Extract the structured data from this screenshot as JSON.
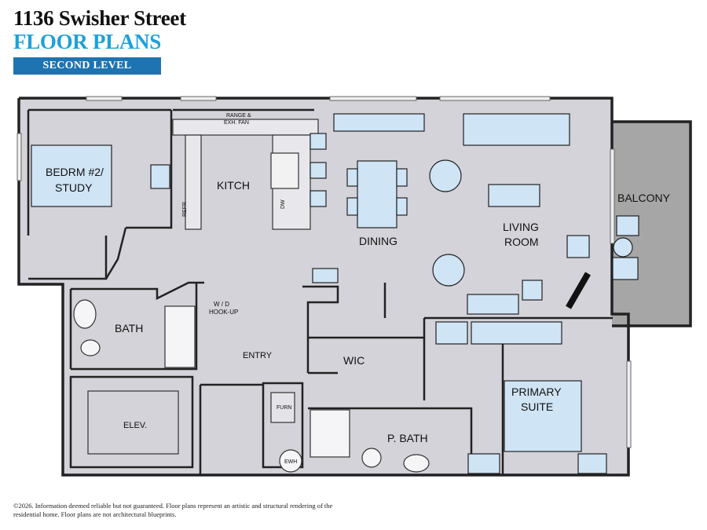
{
  "header": {
    "address": "1136 Swisher Street",
    "subtitle": "FLOOR PLANS",
    "level": "SECOND LEVEL"
  },
  "colors": {
    "accent": "#1fa0d8",
    "badge": "#1e74b0",
    "floor": "#d3d3d9",
    "balcony": "#a6a6a6",
    "furniture": "#cfe4f5",
    "wall": "#222222"
  },
  "rooms": {
    "bedroom2_line1": "BEDRM #2/",
    "bedroom2_line2": "STUDY",
    "kitchen": "KITCH",
    "dining": "DINING",
    "living_line1": "LIVING",
    "living_line2": "ROOM",
    "balcony": "BALCONY",
    "bath": "BATH",
    "entry": "ENTRY",
    "wic": "WIC",
    "primary_line1": "PRIMARY",
    "primary_line2": "SUITE",
    "pbath": "P. BATH",
    "elevator": "ELEV."
  },
  "fixtures": {
    "range_line1": "RANGE &",
    "range_line2": "EXH. FAN",
    "wd_line1": "W / D",
    "wd_line2": "HOOK-UP",
    "refr": "REFR",
    "dw": "DW",
    "furn": "FURN",
    "ewh": "EWH"
  },
  "footer": {
    "disclaimer": "©2026. Information deemed reliable but not guaranteed. Floor plans represent an artistic and structural rendering of the residential home. Floor plans are not architectural blueprints."
  }
}
